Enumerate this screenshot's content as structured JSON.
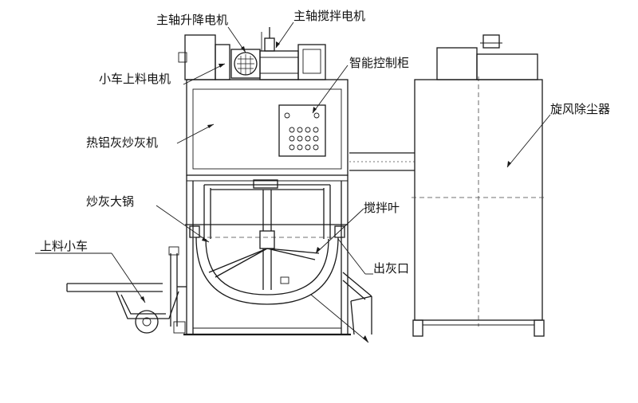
{
  "labels": {
    "spindle_lift_motor": "主轴升降电机",
    "spindle_stir_motor": "主轴搅拌电机",
    "cart_feed_motor": "小车上料电机",
    "smart_control_cabinet": "智能控制柜",
    "hot_aluminum_dross_machine": "热铝灰炒灰机",
    "cyclone_dust_collector": "旋风除尘器",
    "frying_pot": "炒灰大锅",
    "stirring_blade": "搅拌叶",
    "feeding_cart": "上料小车",
    "ash_outlet": "出灰口"
  },
  "colors": {
    "line": "#1a1a1a",
    "text": "#111111",
    "background": "#ffffff"
  }
}
